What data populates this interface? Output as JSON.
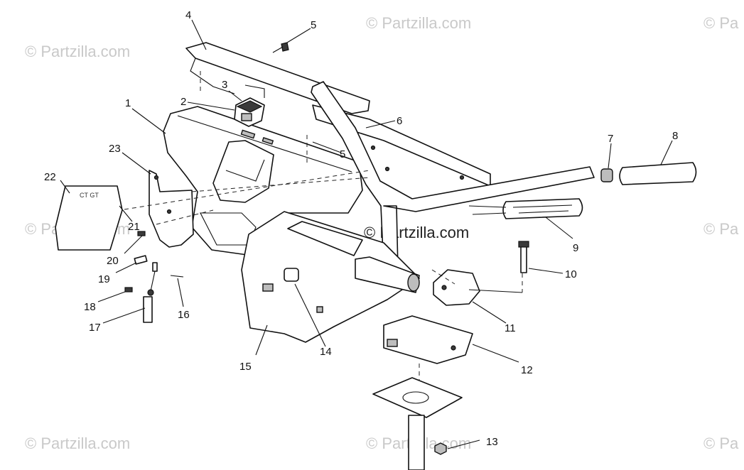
{
  "watermark": {
    "text": "© Partzilla.com",
    "edge_text_right": "© Pa"
  },
  "plate_marking": "CT GT",
  "callouts": {
    "c1": "1",
    "c2": "2",
    "c3": "3",
    "c4": "4",
    "c5a": "5",
    "c5b": "5",
    "c6": "6",
    "c7": "7",
    "c8": "8",
    "c9": "9",
    "c10": "10",
    "c11": "11",
    "c12": "12",
    "c13": "13",
    "c14": "14",
    "c15": "15",
    "c16": "16",
    "c17": "17",
    "c18": "18",
    "c19": "19",
    "c20": "20",
    "c21": "21",
    "c22": "22",
    "c23": "23"
  }
}
